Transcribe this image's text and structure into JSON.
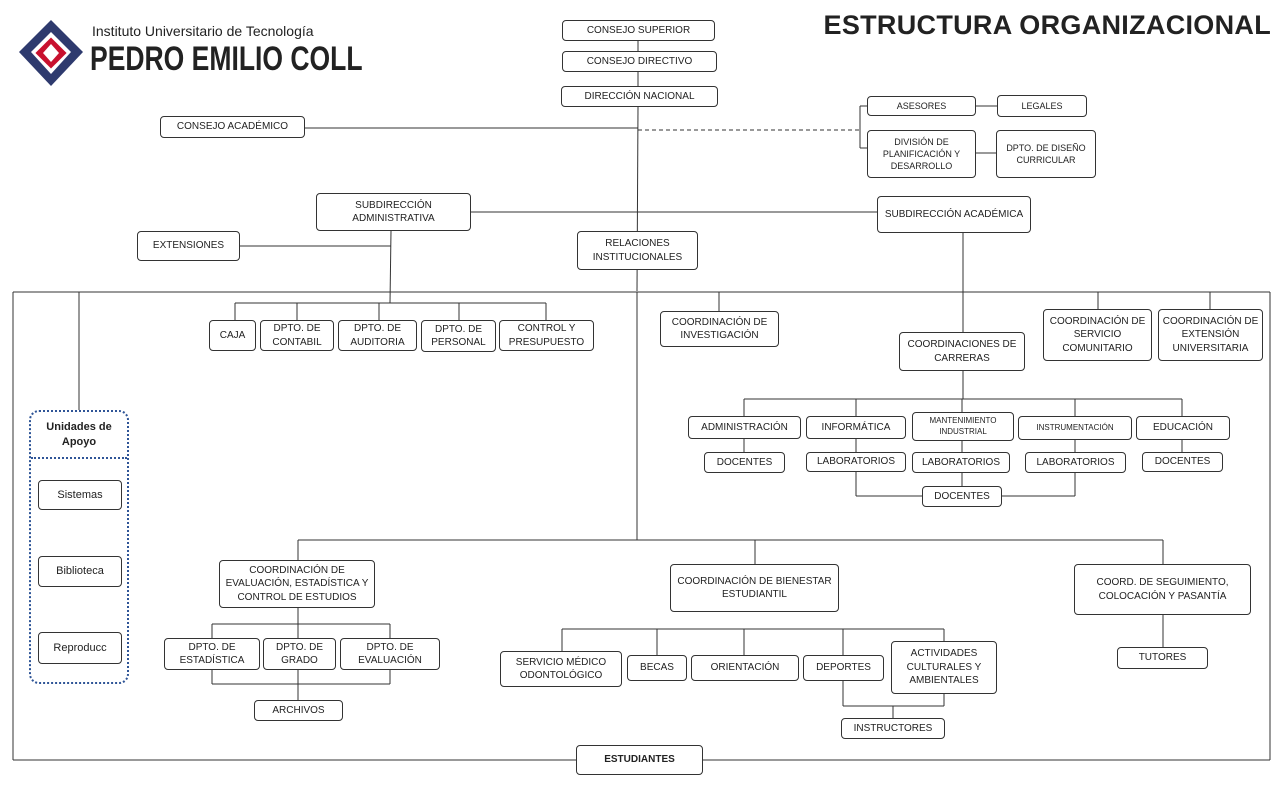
{
  "title": "ESTRUCTURA ORGANIZACIONAL",
  "logo": {
    "subtitle": "Instituto Universitario de Tecnología",
    "name": "PEDRO EMILIO COLL",
    "colors": {
      "dark": "#2e3a6e",
      "red": "#c8102e"
    }
  },
  "nodes": {
    "consejo_superior": "CONSEJO SUPERIOR",
    "consejo_directivo": "CONSEJO DIRECTIVO",
    "direccion_nacional": "DIRECCIÓN NACIONAL",
    "consejo_academico": "CONSEJO ACADÉMICO",
    "asesores": "ASESORES",
    "legales": "LEGALES",
    "division_planificacion": "DIVISIÓN DE PLANIFICACIÓN Y DESARROLLO",
    "dpto_diseno": "DPTO. DE DISEÑO CURRICULAR",
    "subdireccion_administrativa": "SUBDIRECCIÓN ADMINISTRATIVA",
    "subdireccion_academica": "SUBDIRECCIÓN ACADÉMICA",
    "extensiones": "EXTENSIONES",
    "relaciones": "RELACIONES INSTITUCIONALES",
    "caja": "CAJA",
    "contabil": "DPTO. DE CONTABIL",
    "auditoria": "DPTO. DE AUDITORIA",
    "personal": "DPTO. DE PERSONAL",
    "control": "CONTROL Y PRESUPUESTO",
    "coord_investigacion": "COORDINACIÓN DE INVESTIGACIÓN",
    "coord_carreras": "COORDINACIONES DE CARRERAS",
    "coord_servicio": "COORDINACIÓN DE SERVICIO COMUNITARIO",
    "coord_extension": "COORDINACIÓN DE EXTENSIÓN UNIVERSITARIA",
    "administracion": "ADMINISTRACIÓN",
    "informatica": "INFORMÁTICA",
    "mantenimiento": "MANTENIMIENTO INDUSTRIAL",
    "instrumentacion": "INSTRUMENTACIÓN",
    "educacion": "EDUCACIÓN",
    "docentes_adm": "DOCENTES",
    "lab_inf": "LABORATORIOS",
    "lab_mant": "LABORATORIOS",
    "lab_instr": "LABORATORIOS",
    "docentes_edu": "DOCENTES",
    "docentes_comun": "DOCENTES",
    "coord_evaluacion": "COORDINACIÓN DE EVALUACIÓN, ESTADÍSTICA Y CONTROL DE ESTUDIOS",
    "coord_bienestar": "COORDINACIÓN DE BIENESTAR ESTUDIANTIL",
    "coord_seguimiento": "COORD. DE SEGUIMIENTO, COLOCACIÓN Y PASANTÍA",
    "dpto_estadistica": "DPTO. DE ESTADÍSTICA",
    "dpto_grado": "DPTO. DE GRADO",
    "dpto_evaluacion": "DPTO. DE EVALUACIÓN",
    "archivos": "ARCHIVOS",
    "servicio_medico": "SERVICIO MÉDICO ODONTOLÓGICO",
    "becas": "BECAS",
    "orientacion": "ORIENTACIÓN",
    "deportes": "DEPORTES",
    "actividades": "ACTIVIDADES CULTURALES Y AMBIENTALES",
    "instructores": "INSTRUCTORES",
    "tutores": "TUTORES",
    "estudiantes": "ESTUDIANTES"
  },
  "unidades_apoyo": {
    "title": "Unidades de Apoyo",
    "items": [
      "Sistemas",
      "Biblioteca",
      "Reproducc"
    ]
  }
}
